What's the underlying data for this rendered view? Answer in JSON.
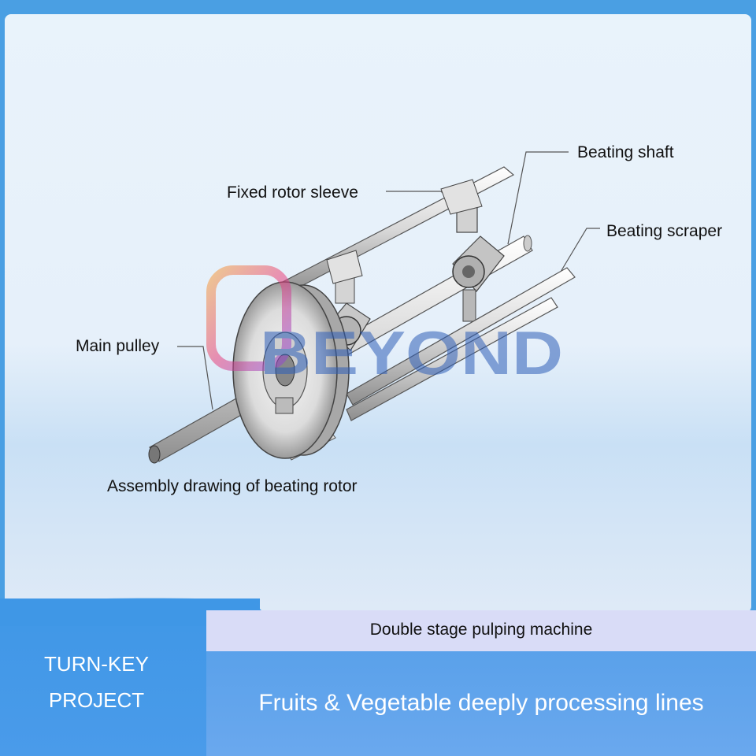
{
  "diagram": {
    "labels": {
      "beating_shaft": "Beating shaft",
      "fixed_rotor_sleeve": "Fixed rotor sleeve",
      "beating_scraper": "Beating scraper",
      "main_pulley": "Main pulley"
    },
    "caption": "Assembly drawing of beating rotor",
    "watermark": "BEYOND"
  },
  "footer": {
    "turnkey_line1": "TURN-KEY",
    "turnkey_line2": "PROJECT",
    "subtitle": "Double stage pulping machine",
    "tagline": "Fruits & Vegetable deeply processing lines"
  },
  "colors": {
    "background": "#4a9fe3",
    "panel": "#e9f3fb",
    "subtitle_bar": "#d9dcf7",
    "main_bar": "#5aa1ea"
  }
}
